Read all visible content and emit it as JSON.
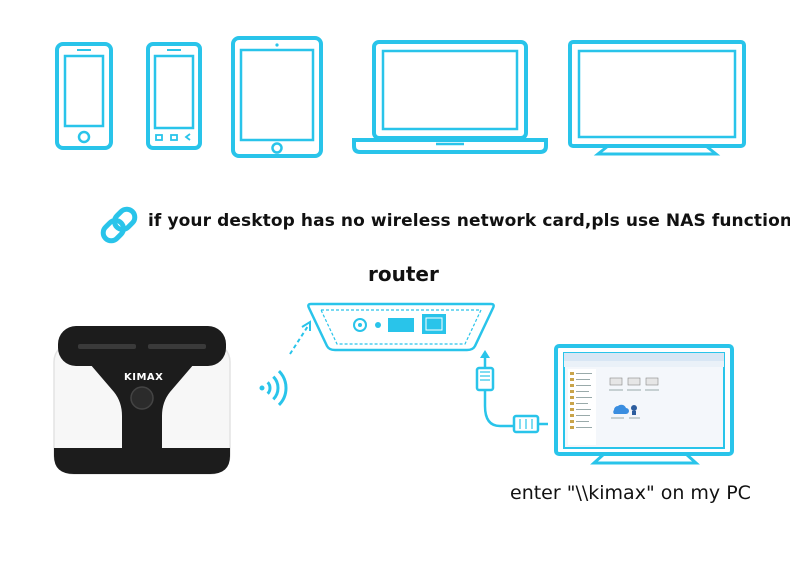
{
  "note": {
    "text": "if your desktop has no wireless network card,pls use NAS function",
    "icon": "link-icon"
  },
  "router": {
    "label": "router"
  },
  "dock": {
    "brand": "KIMAX"
  },
  "pc": {
    "instruction": "enter \"\\\\kimax\" on my PC"
  },
  "colors": {
    "accent": "#29c4ea",
    "dock_black": "#1c1c1c"
  }
}
